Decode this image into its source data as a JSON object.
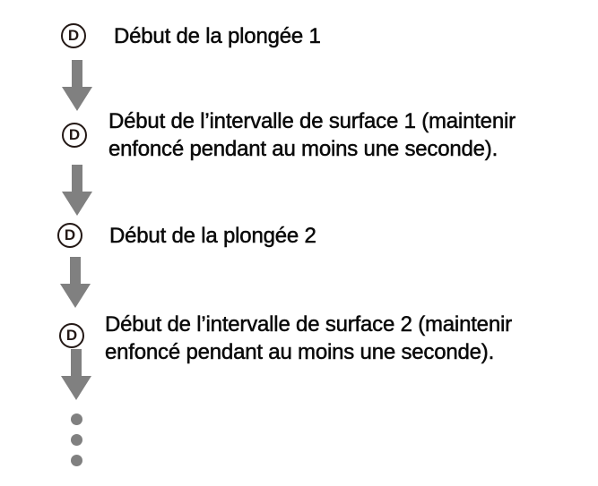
{
  "colors": {
    "background": "#ffffff",
    "icon_outline": "#231815",
    "text": "#0a0a0a",
    "arrow": "#808080",
    "dot": "#808080"
  },
  "steps": [
    {
      "button": "D",
      "line1": "Début de la plongée 1"
    },
    {
      "button": "D",
      "line1": "Début de l’intervalle de surface 1 (maintenir",
      "line2": "enfoncé pendant au moins une seconde)."
    },
    {
      "button": "D",
      "line1": "Début de la plongée 2"
    },
    {
      "button": "D",
      "line1": "Début de l’intervalle de surface 2 (maintenir",
      "line2": "enfoncé pendant au moins une seconde)."
    }
  ],
  "icons": {
    "d_button_glyph": "D",
    "arrow_direction": "down",
    "continuation_dot_count": 3
  }
}
